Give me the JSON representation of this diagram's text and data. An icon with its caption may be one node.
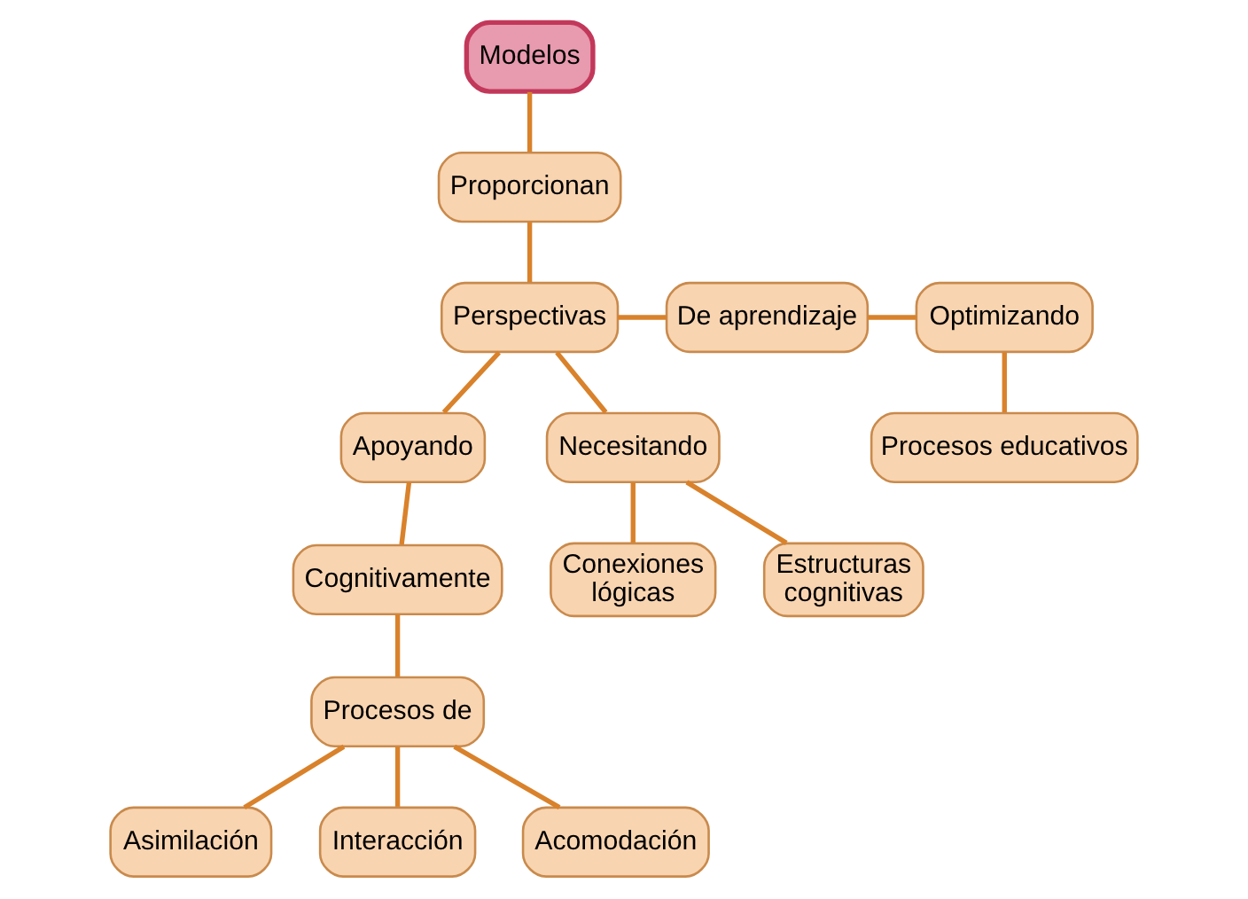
{
  "diagram": {
    "nodes": [
      {
        "text": [
          "Modelos"
        ]
      },
      {
        "text": [
          "Proporcionan"
        ]
      },
      {
        "text": [
          "Perspectivas"
        ]
      },
      {
        "text": [
          "De aprendizaje"
        ]
      },
      {
        "text": [
          "Optimizando"
        ]
      },
      {
        "text": [
          "Procesos educativos"
        ]
      },
      {
        "text": [
          "Apoyando"
        ]
      },
      {
        "text": [
          "Necesitando"
        ]
      },
      {
        "text": [
          "Cognitivamente"
        ]
      },
      {
        "text": [
          "Conexiones lógicas"
        ]
      },
      {
        "text": [
          "Estructuras cognitivas"
        ]
      },
      {
        "text": [
          "Procesos de"
        ]
      },
      {
        "text": [
          "Asimilación"
        ]
      },
      {
        "text": [
          "Interacción"
        ]
      },
      {
        "text": [
          "Acomodación"
        ]
      }
    ],
    "edges": [
      {
        "from": 0,
        "to": 1,
        "arrow": "none"
      },
      {
        "from": 1,
        "to": 2,
        "arrow": "none"
      },
      {
        "from": 2,
        "to": 3,
        "arrow": "none"
      },
      {
        "from": 3,
        "to": 4,
        "arrow": "none"
      },
      {
        "from": 4,
        "to": 5,
        "arrow": "none"
      },
      {
        "from": 2,
        "to": 6,
        "arrow": "none"
      },
      {
        "from": 2,
        "to": 7,
        "arrow": "none"
      },
      {
        "from": 6,
        "to": 8,
        "arrow": "none"
      },
      {
        "from": 7,
        "to": 9,
        "arrow": "none"
      },
      {
        "from": 7,
        "to": 10,
        "arrow": "none"
      },
      {
        "from": 8,
        "to": 11,
        "arrow": "none"
      },
      {
        "from": 11,
        "to": 12,
        "arrow": "none"
      },
      {
        "from": 11,
        "to": 14,
        "arrow": "none"
      },
      {
        "from": 11,
        "to": 13,
        "arrow": "none"
      }
    ]
  }
}
